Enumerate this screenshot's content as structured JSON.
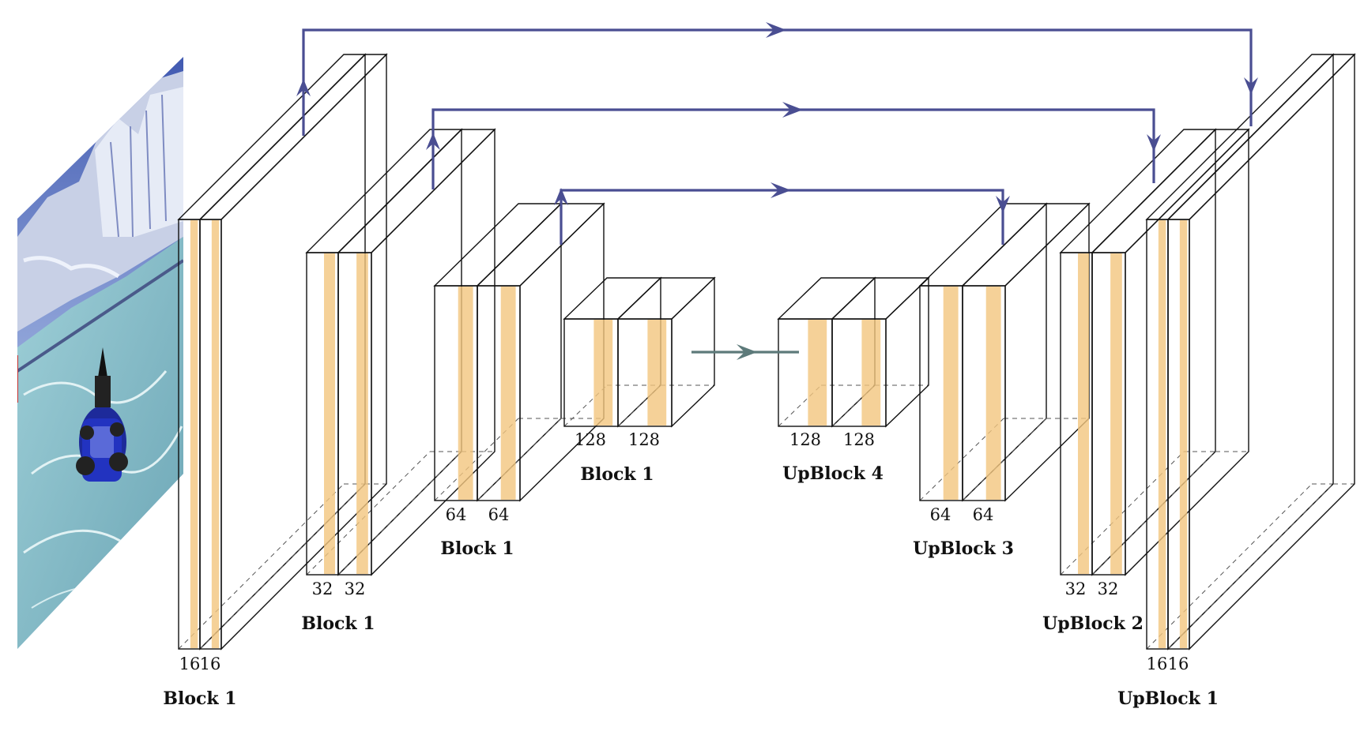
{
  "colors": {
    "face_light": "#fae8c4",
    "face_mid": "#f4cd8e",
    "face_dark": "#eebb74",
    "face_stripe": "#f2c67e",
    "skip_arrow": "#4a4e92",
    "bottleneck_arrow": "#5d7a7a",
    "water": "#7fb8c4",
    "ice": "#c9d4e8"
  },
  "input_image": {
    "icon": "racing-game-frame-image"
  },
  "encoder": [
    {
      "name": "Block 1",
      "channels": [
        "16",
        "16"
      ]
    },
    {
      "name": "Block 1",
      "channels": [
        "32",
        "32"
      ]
    },
    {
      "name": "Block 1",
      "channels": [
        "64",
        "64"
      ]
    },
    {
      "name": "Block 1",
      "channels": [
        "128",
        "128"
      ]
    }
  ],
  "decoder": [
    {
      "name": "UpBlock 4",
      "channels": [
        "128",
        "128"
      ]
    },
    {
      "name": "UpBlock 3",
      "channels": [
        "64",
        "64"
      ]
    },
    {
      "name": "UpBlock 2",
      "channels": [
        "32",
        "32"
      ]
    },
    {
      "name": "UpBlock 1",
      "channels": [
        "16",
        "16"
      ]
    }
  ]
}
